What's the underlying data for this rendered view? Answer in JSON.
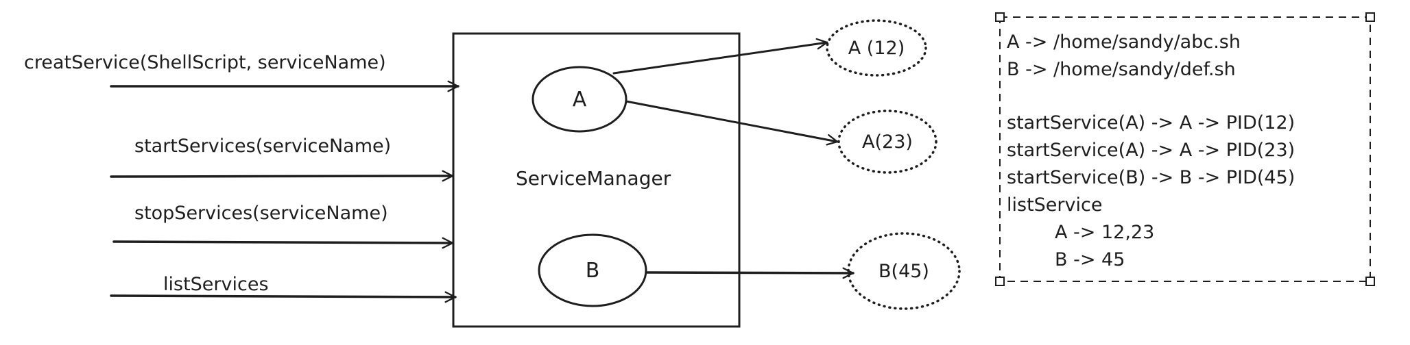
{
  "inputs": [
    {
      "label": "creatService(ShellScript, serviceName)"
    },
    {
      "label": "startServices(serviceName)"
    },
    {
      "label": "stopServices(serviceName)"
    },
    {
      "label": "listServices"
    }
  ],
  "manager": {
    "label": "ServiceManager",
    "services": [
      {
        "label": "A"
      },
      {
        "label": "B"
      }
    ]
  },
  "processes": [
    {
      "label": "A (12)"
    },
    {
      "label": "A(23)"
    },
    {
      "label": "B(45)"
    }
  ],
  "notes": {
    "lines": [
      "A -> /home/sandy/abc.sh",
      "B -> /home/sandy/def.sh",
      "",
      "startService(A) -> A -> PID(12)",
      "startService(A) -> A -> PID(23)",
      "startService(B) -> B -> PID(45)",
      "listService",
      "A -> 12,23",
      "B -> 45"
    ]
  }
}
